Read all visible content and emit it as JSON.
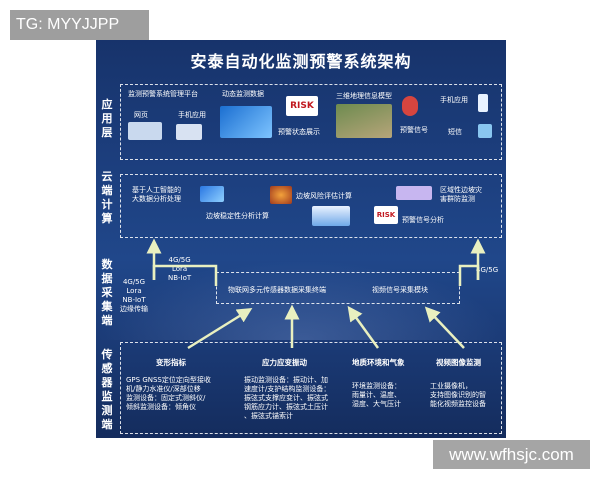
{
  "watermark_top": "TG: MYYJJPP",
  "watermark_bottom": "www.wfhsjc.com",
  "title": "安泰自动化监测预警系统架构",
  "layers": {
    "app": "应用层",
    "cloud": "云端计算",
    "data": "数据采集端",
    "sensor": "传感器监测端"
  },
  "app_layer": {
    "platform": "监测预警系统管理平台",
    "web": "网页",
    "mobile_app": "手机应用",
    "dynamic_data": "动态监测数据",
    "risk_word": "RISK",
    "status_display": "预警状态展示",
    "gis": "三维地理信息模型",
    "warning_signal": "预警信号",
    "mobile_app2": "手机应用",
    "sms": "短信"
  },
  "cloud_layer": {
    "ai": "基于人工智能的\n大数据分析处理",
    "slope_stability": "边坡稳定性分析计算",
    "slope_risk": "边坡风险评估计算",
    "regional": "区域性边坡灾\n害群防监测",
    "warning_analysis": "预警信号分析",
    "risk_word": "RISK"
  },
  "data_layer": {
    "left_net": "4G/5G\nLora\nNB-IoT",
    "left_net2": "4G/5G\nLora\nNB-IoT\n边缘传输",
    "right_net": "4G/5G",
    "iot_terminal": "物联网多元传感器数据采集终端",
    "video_module": "视频信号采集模块"
  },
  "sensor_layer": {
    "deform_title": "变形指标",
    "deform_text": "GPS GNSS定位定向型接收\n机/静力水准仪/深部位移\n监测设备：固定式测斜仪/\n倾斜监测设备：倾角仪",
    "stress_title": "应力应变振动",
    "stress_text": "振动监测设备：振动计、加\n速度计/支护结构监测设备：\n振弦式支撑应变计、振弦式\n钢筋应力计、振弦式土压计\n、振弦式锚索计",
    "env_title": "地质环境和气象",
    "env_text": "环境监测设备：\n雨量计、温度、\n湿度、大气压计",
    "video_title": "视频图像监测",
    "video_text": "工业摄像机，\n支持图像识别的智\n能化视频监控设备"
  },
  "colors": {
    "panel": "#1c3e7d",
    "arrow": "#e9f0c0",
    "tag_bg": "#9e9e9e"
  }
}
